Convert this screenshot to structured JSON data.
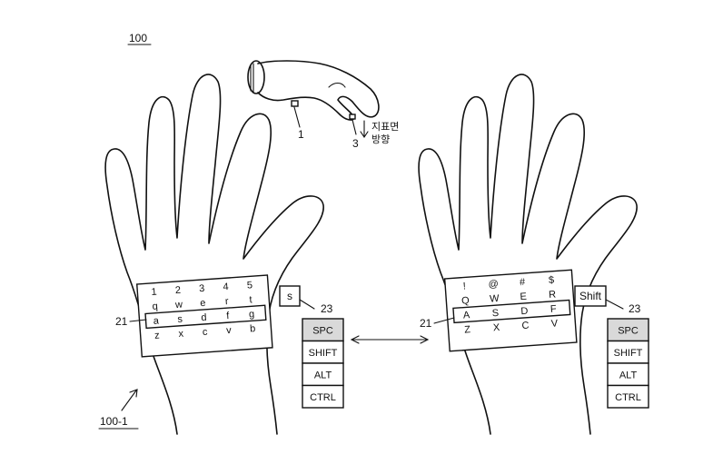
{
  "refs": {
    "fig": "100",
    "device": "100-1",
    "ring": "1",
    "finger": "3",
    "keyboard_left": "21",
    "keyboard_right": "21",
    "indicator_left": "23",
    "indicator_right": "23"
  },
  "direction_label": [
    "지표면",
    "방향"
  ],
  "left": {
    "keyboard_rows": [
      [
        "1",
        "2",
        "3",
        "4",
        "5"
      ],
      [
        "q",
        "w",
        "e",
        "r",
        "t"
      ],
      [
        "a",
        "s",
        "d",
        "f",
        "g"
      ],
      [
        "z",
        "x",
        "c",
        "v",
        "b"
      ]
    ],
    "selected_key": "s",
    "modifiers": [
      "SPC",
      "SHIFT",
      "ALT",
      "CTRL"
    ]
  },
  "right": {
    "keyboard_rows": [
      [
        "!",
        "@",
        "#",
        "$"
      ],
      [
        "Q",
        "W",
        "E",
        "R"
      ],
      [
        "A",
        "S",
        "D",
        "F"
      ],
      [
        "Z",
        "X",
        "C",
        "V"
      ]
    ],
    "selected_key": "Shift",
    "modifiers": [
      "SPC",
      "SHIFT",
      "ALT",
      "CTRL"
    ]
  },
  "highlight": {
    "left_active_modifier": "SPC",
    "right_active_modifier": "SPC"
  }
}
